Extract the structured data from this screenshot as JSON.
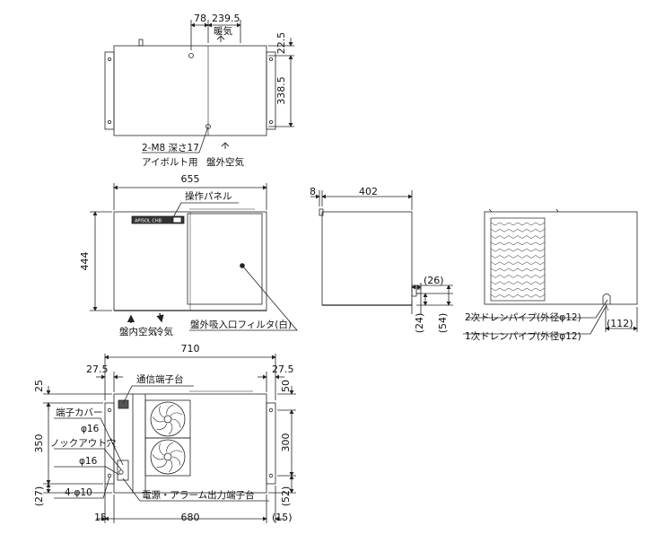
{
  "top_view": {
    "dims": {
      "d78": "78",
      "d239_5": "239.5",
      "d22_5": "22.5",
      "d338_5": "338.5"
    },
    "labels": {
      "warm_air": "暖気",
      "bolt_line1": "2-M8 深さ17",
      "bolt_line2": "アイボルト用",
      "outside_air": "盤外空気"
    }
  },
  "front_view": {
    "dims": {
      "width": "655",
      "height": "444"
    },
    "labels": {
      "panel": "操作パネル",
      "brand": "APISOL CHB",
      "inside_air": "盤内空気",
      "cool_air": "冷気",
      "filter": "盤外吸入口フィルタ(白)"
    }
  },
  "side_view": {
    "dims": {
      "d8": "8",
      "d402": "402",
      "d26": "(26)",
      "d24": "(24)",
      "d54": "(54)"
    }
  },
  "rear_view": {
    "dims": {
      "d112": "(112)"
    },
    "labels": {
      "drain2": "2次ドレンパイプ(外径φ12)",
      "drain1": "1次ドレンパイプ(外径φ12)"
    }
  },
  "bottom_view": {
    "dims": {
      "d710": "710",
      "d27_5_l": "27.5",
      "d27_5_r": "27.5",
      "d25": "25",
      "d50": "50",
      "d350": "350",
      "d300": "300",
      "d27": "(27)",
      "d52": "(52)",
      "d15_l": "15",
      "d680": "680",
      "d15_r": "(15)"
    },
    "labels": {
      "comm_terminal": "通信端子台",
      "terminal_cover": "端子カバー",
      "phi16_a": "φ16",
      "knockout": "ノックアウト穴",
      "phi16_b": "φ16",
      "holes": "4-φ10",
      "power_terminal": "電源・アラーム出力端子台"
    }
  }
}
